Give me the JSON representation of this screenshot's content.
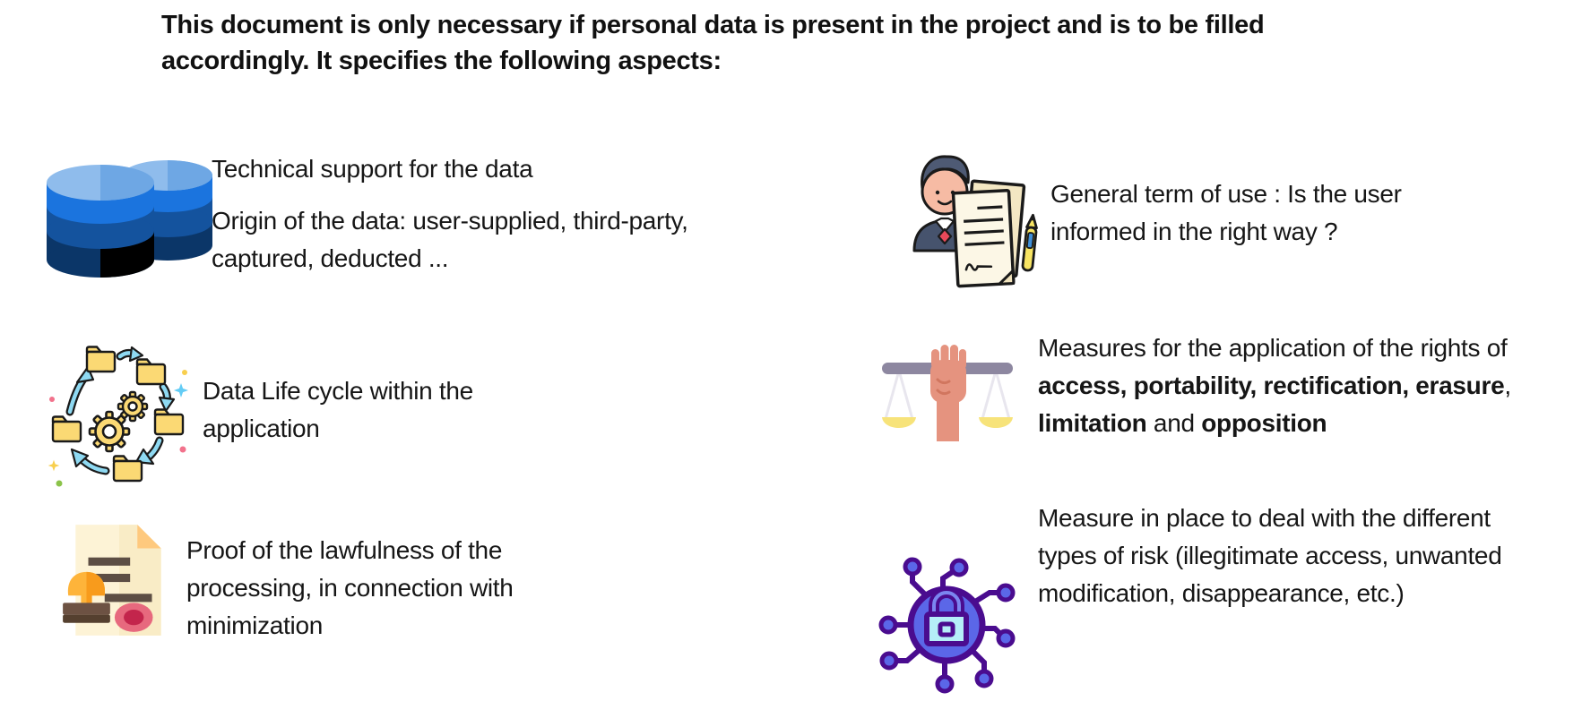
{
  "header": {
    "text": "This document is only necessary if personal data is present in the project and is to be filled accordingly. It specifies the following aspects:"
  },
  "items": [
    {
      "id": "technical-support",
      "icon": "database-icon",
      "paragraphs": [
        [
          {
            "text": "Technical support for the data",
            "bold": false
          }
        ],
        [
          {
            "text": "Origin of the data: user-supplied, third-party, captured, deducted ...",
            "bold": false
          }
        ]
      ]
    },
    {
      "id": "data-life-cycle",
      "icon": "data-cycle-icon",
      "paragraphs": [
        [
          {
            "text": "Data Life cycle within the application",
            "bold": false
          }
        ]
      ]
    },
    {
      "id": "lawfulness-proof",
      "icon": "stamp-icon",
      "paragraphs": [
        [
          {
            "text": "Proof of the lawfulness of the processing, in connection with minimization",
            "bold": false
          }
        ]
      ]
    },
    {
      "id": "terms-of-use",
      "icon": "contract-icon",
      "paragraphs": [
        [
          {
            "text": "General term of use : Is the user informed in the right way ?",
            "bold": false
          }
        ]
      ]
    },
    {
      "id": "rights-measures",
      "icon": "justice-scales-icon",
      "paragraphs": [
        [
          {
            "text": "Measures for the application of the rights of ",
            "bold": false
          },
          {
            "text": "access, portability, rectification, erasure",
            "bold": true
          },
          {
            "text": ", ",
            "bold": false
          },
          {
            "text": "limitation",
            "bold": true
          },
          {
            "text": " and ",
            "bold": false
          },
          {
            "text": "opposition",
            "bold": true
          }
        ]
      ]
    },
    {
      "id": "risk-measures",
      "icon": "network-lock-icon",
      "paragraphs": [
        [
          {
            "text": "Measure in place to deal with the different types of risk (illegitimate access, unwanted modification, disappearance, etc.)",
            "bold": false
          }
        ]
      ]
    }
  ],
  "colors": {
    "text": "#111111",
    "background": "#ffffff",
    "database_blue_light": "#8fbcec",
    "database_blue": "#1b74de",
    "database_blue_dark": "#0b3668",
    "folder_yellow": "#fbd974",
    "arrow_light_blue": "#8ed9f2",
    "stamp_orange": "#feb43a",
    "stamp_base_brown": "#6d5243",
    "seal_red": "#c3254c",
    "scales_bar_gray": "#8d87a0",
    "fist_skin": "#e5937f",
    "pan_yellow": "#f7e37a",
    "suit_navy": "#46536d",
    "tie_red": "#e8495a",
    "paper_cream": "#fcf7e6",
    "pen_yellow": "#f7e463",
    "network_purple": "#4a0c8f",
    "network_blue": "#5b67e8",
    "lock_cyan": "#b5eef8"
  }
}
